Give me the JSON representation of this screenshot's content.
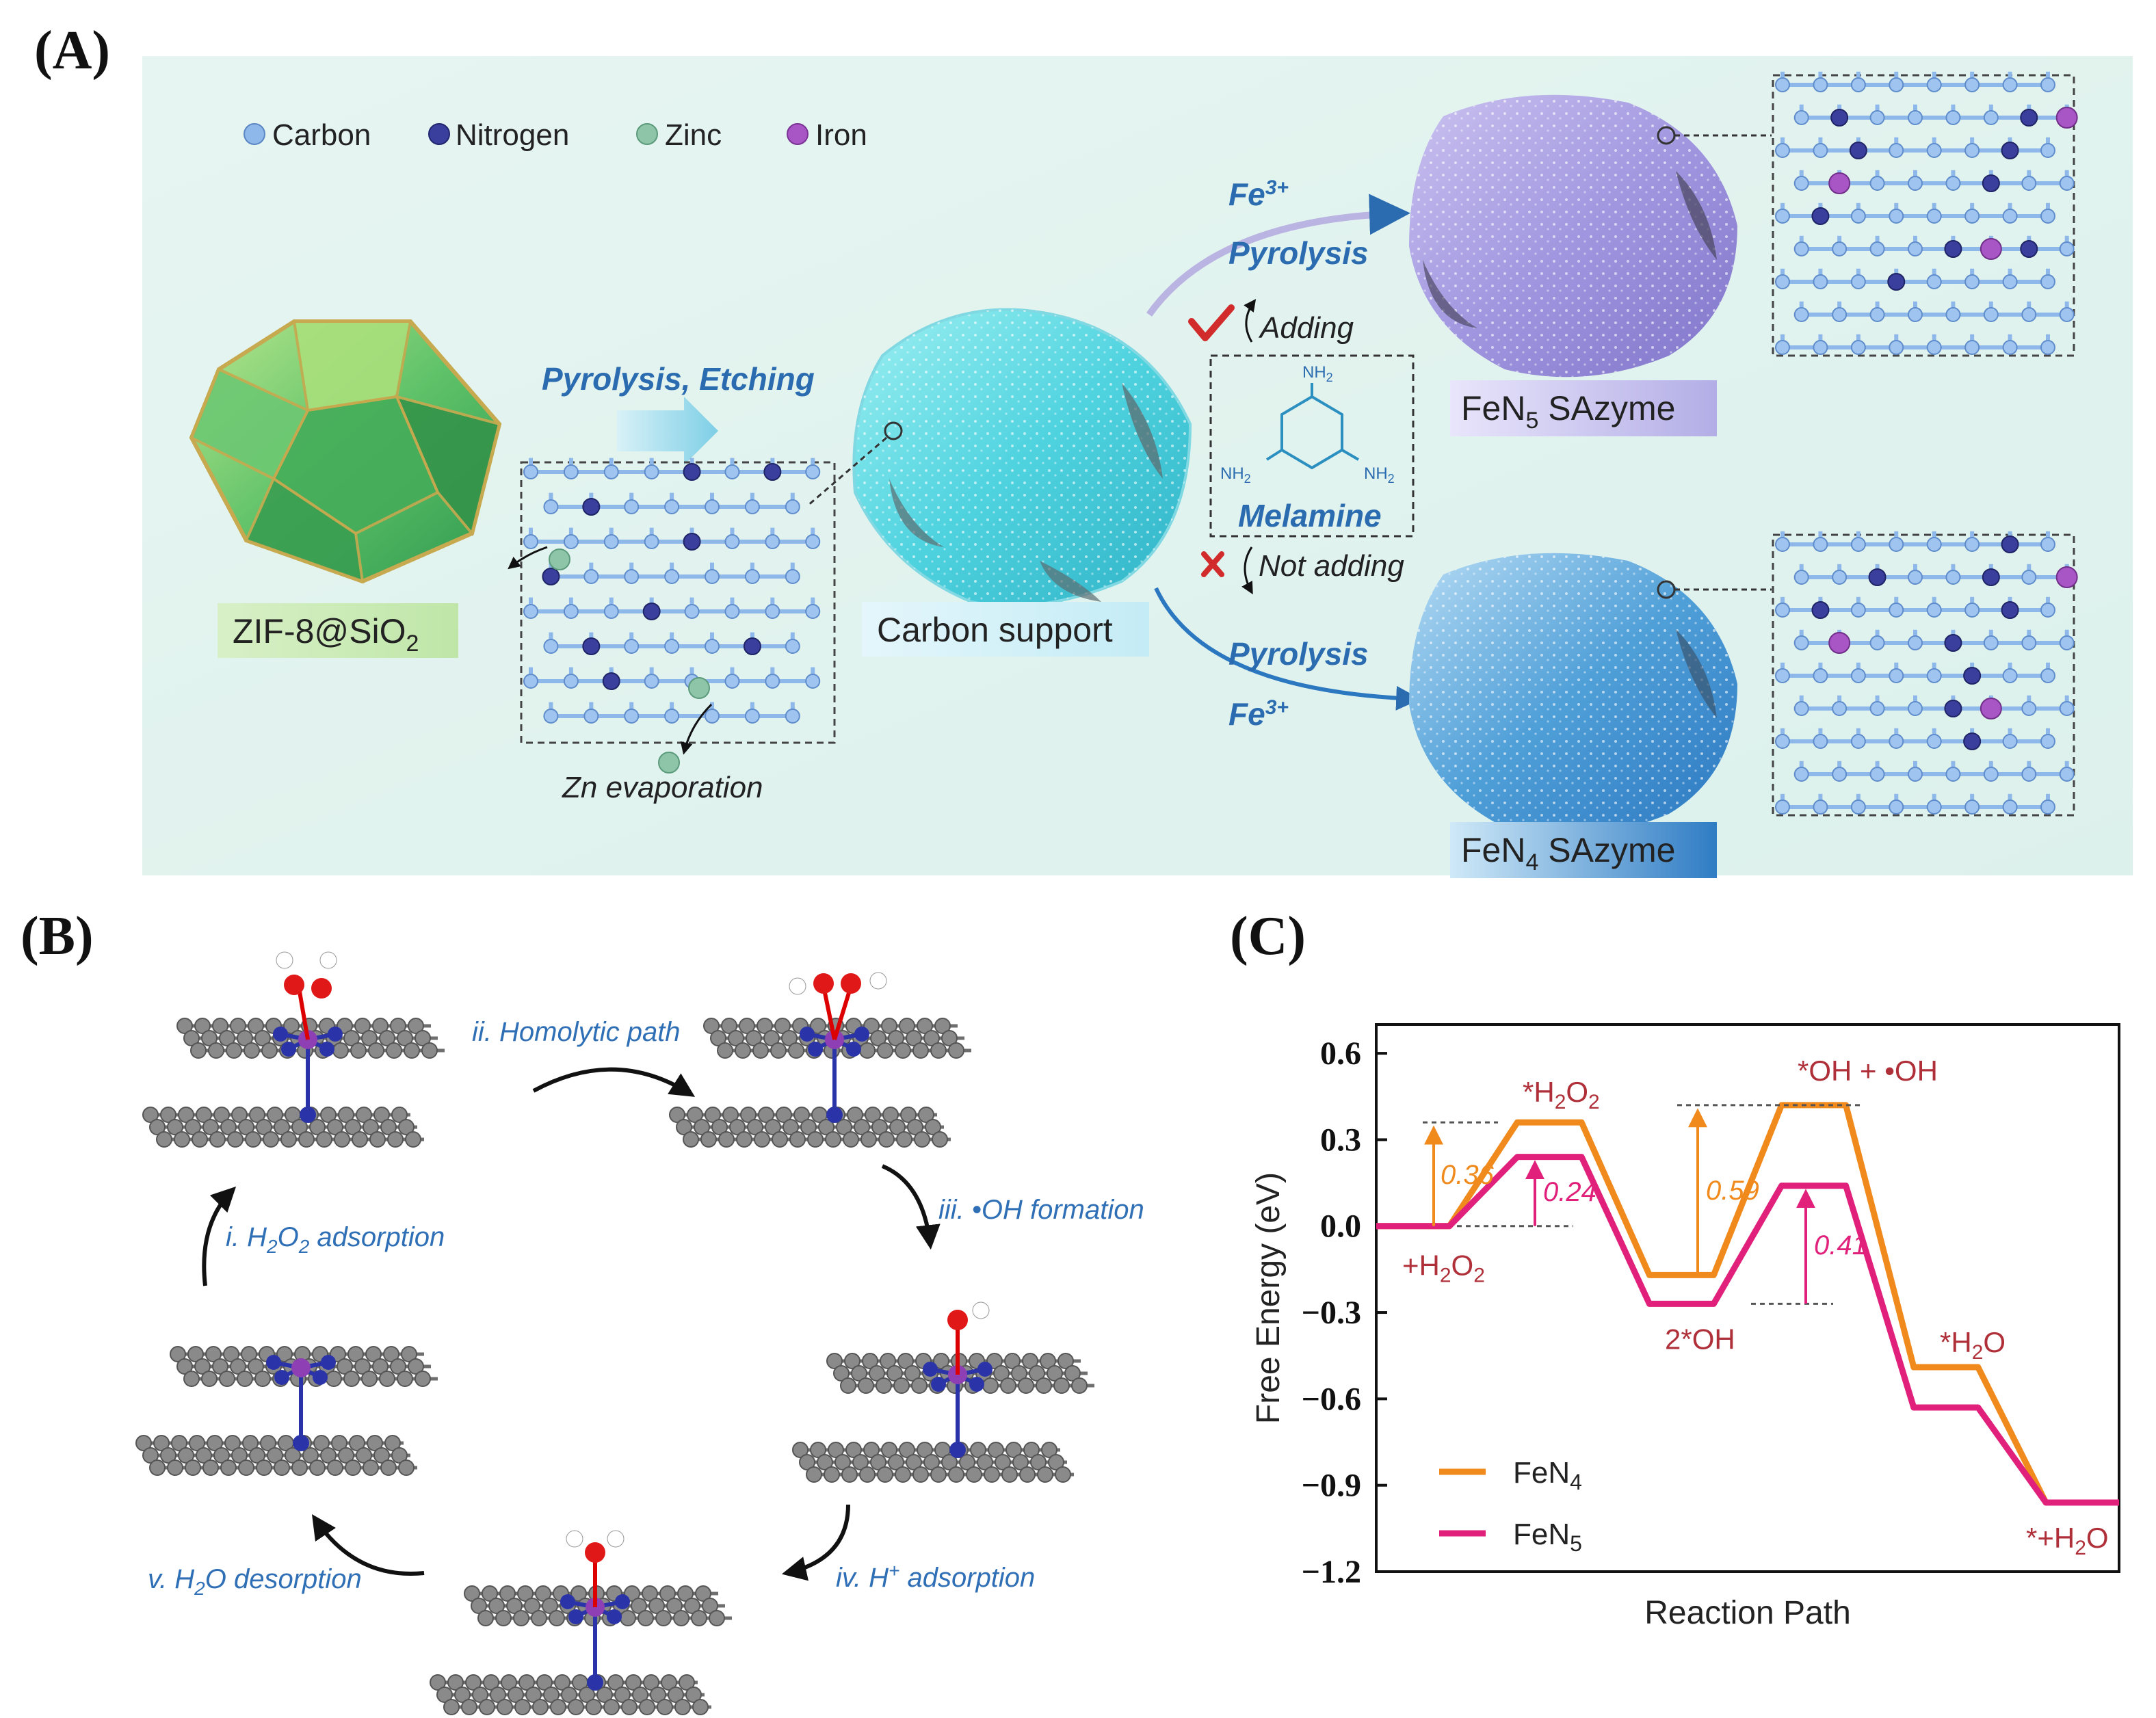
{
  "panels": {
    "a": "(A)",
    "b": "(B)",
    "c": "(C)"
  },
  "panel_a": {
    "legend": [
      {
        "label": "Carbon",
        "color": "#8fb8ea"
      },
      {
        "label": "Nitrogen",
        "color": "#3a3f9e"
      },
      {
        "label": "Zinc",
        "color": "#8ec4a8"
      },
      {
        "label": "Iron",
        "color": "#a855c6"
      }
    ],
    "zif_label_main": "ZIF-8@SiO",
    "zif_label_sub": "2",
    "pyrolysis_etching": "Pyrolysis, Etching",
    "zn_evaporation": "Zn evaporation",
    "carbon_support": "Carbon support",
    "fe3_top_main": "Fe",
    "fe3_top_sup": "3+",
    "pyrolysis_top": "Pyrolysis",
    "adding": "Adding",
    "melamine": "Melamine",
    "nh2": "NH",
    "nh2_sub": "2",
    "not_adding": "Not adding",
    "pyrolysis_bottom": "Pyrolysis",
    "fe3_bottom_main": "Fe",
    "fe3_bottom_sup": "3+",
    "fen5_label_a": "FeN",
    "fen5_label_sub": "5",
    "fen5_label_b": " SAzyme",
    "fen4_label_a": "FeN",
    "fen4_label_sub": "4",
    "fen4_label_b": " SAzyme",
    "colors": {
      "background": "#e4f4ef",
      "arrow_blue": "#2b6cb0",
      "check_red": "#d12b2b"
    }
  },
  "panel_b": {
    "steps": {
      "i_pre": "i. H",
      "i_sub1": "2",
      "i_mid": "O",
      "i_sub2": "2",
      "i_post": " adsorption",
      "ii": "ii. Homolytic path",
      "iii": "iii. •OH formation",
      "iv_pre": "iv. H",
      "iv_sup": "+",
      "iv_post": " adsorption",
      "v_pre": "v. H",
      "v_sub": "2",
      "v_post": "O desorption"
    }
  },
  "chart_data": {
    "type": "line",
    "title": "",
    "xlabel": "Reaction Path",
    "ylabel": "Free Energy (eV)",
    "ylim": [
      -1.2,
      0.7
    ],
    "yticks": [
      "0.6",
      "0.3",
      "0.0",
      "−0.3",
      "−0.6",
      "−0.9",
      "−1.2"
    ],
    "ytick_values": [
      0.6,
      0.3,
      0.0,
      -0.3,
      -0.6,
      -0.9,
      -1.2
    ],
    "grid": false,
    "legend_position": "bottom-left",
    "states": [
      "+H2O2",
      "*H2O2",
      "2*OH",
      "*OH + •OH",
      "*H2O",
      "*+H2O"
    ],
    "state_labels": {
      "s0_main": "+H",
      "s0_sub": "2",
      "s0_mid": "O",
      "s0_sub2": "2",
      "s1_main": "*H",
      "s1_sub": "2",
      "s1_mid": "O",
      "s1_sub2": "2",
      "s2": "2*OH",
      "s3": "*OH + •OH",
      "s4_main": "*H",
      "s4_sub": "2",
      "s4_post": "O",
      "s5_main": "*+H",
      "s5_sub": "2",
      "s5_post": "O"
    },
    "series": [
      {
        "name": "FeN4",
        "name_main": "FeN",
        "name_sub": "4",
        "color": "#f08a1d",
        "values": [
          0.0,
          0.36,
          -0.17,
          0.42,
          -0.49,
          -0.96
        ]
      },
      {
        "name": "FeN5",
        "name_main": "FeN",
        "name_sub": "5",
        "color": "#e0207a",
        "values": [
          0.0,
          0.24,
          -0.27,
          0.14,
          -0.63,
          -0.96
        ]
      }
    ],
    "annotations": [
      {
        "text": "0.36",
        "series": "FeN4",
        "from": 0.0,
        "to": 0.36
      },
      {
        "text": "0.24",
        "series": "FeN5",
        "from": 0.0,
        "to": 0.24
      },
      {
        "text": "0.59",
        "series": "FeN4",
        "from": -0.17,
        "to": 0.42
      },
      {
        "text": "0.41",
        "series": "FeN5",
        "from": -0.27,
        "to": 0.14
      }
    ]
  }
}
